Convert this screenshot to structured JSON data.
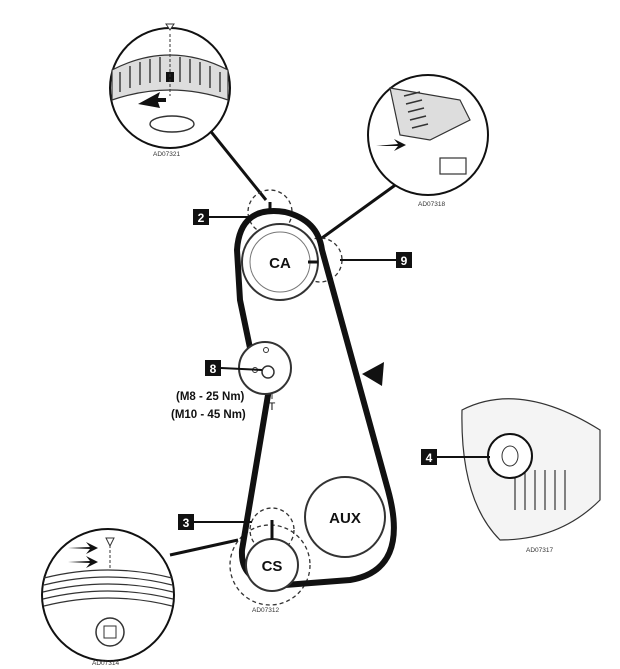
{
  "diagram": {
    "pulleys": {
      "camshaft": "CA",
      "auxiliary": "AUX",
      "crankshaft": "CS"
    },
    "tensioner": {
      "mark": "T",
      "torque_m8": "(M8 - 25 Nm)",
      "torque_m10": "(M10 - 45 Nm)"
    },
    "callouts": [
      "2",
      "9",
      "8",
      "4",
      "3"
    ],
    "detail_refs": {
      "camshaft_detail": "AD07321",
      "camshaft_side_detail": "AD07318",
      "auxiliary_detail": "AD07317",
      "crank_pulley_detail": "AD07314",
      "crank_mark": "AD07312"
    },
    "colors": {
      "belt": "#111111",
      "line": "#222222",
      "callout_bg": "#111111",
      "background": "#ffffff"
    }
  }
}
